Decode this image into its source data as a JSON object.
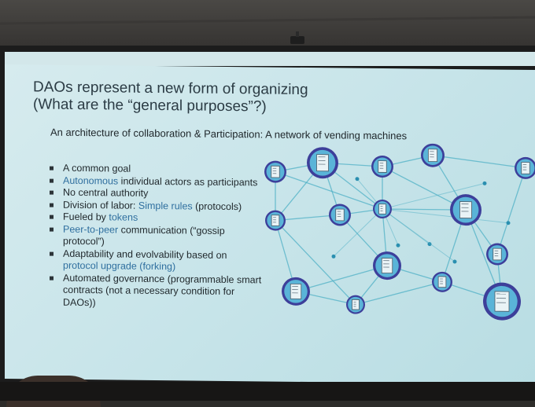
{
  "slide": {
    "title_lines": [
      "DAOs represent a new form of organizing",
      "(What are the “general purposes”?)"
    ],
    "subtitle": "An architecture of collaboration & Participation: A network of vending machines",
    "bullets": [
      {
        "segments": [
          {
            "text": "A common goal",
            "hl": false
          }
        ]
      },
      {
        "segments": [
          {
            "text": "Autonomous",
            "hl": true
          },
          {
            "text": " individual actors as participants",
            "hl": false
          }
        ]
      },
      {
        "segments": [
          {
            "text": "No central authority",
            "hl": false
          }
        ]
      },
      {
        "segments": [
          {
            "text": "Division of labor: ",
            "hl": false
          },
          {
            "text": "Simple rules",
            "hl": true
          },
          {
            "text": " (protocols)",
            "hl": false
          }
        ]
      },
      {
        "segments": [
          {
            "text": "Fueled by ",
            "hl": false
          },
          {
            "text": "tokens",
            "hl": true
          }
        ]
      },
      {
        "segments": [
          {
            "text": "Peer-to-peer",
            "hl": true
          },
          {
            "text": " communication (“gossip protocol”)",
            "hl": false
          }
        ]
      },
      {
        "segments": [
          {
            "text": "Adaptability and evolvability based on ",
            "hl": false
          },
          {
            "text": "protocol upgrade (forking)",
            "hl": true
          }
        ]
      },
      {
        "segments": [
          {
            "text": "Automated governance (programmable smart contracts (not a necessary condition for DAOs))",
            "hl": false
          }
        ]
      }
    ]
  },
  "colors": {
    "highlight": "#2f6f9f",
    "node_ring": "#3d3f9a",
    "node_fill": "#5ab4d8",
    "edge": "#4fb0c6"
  },
  "network": {
    "icon": "vending-machine-icon"
  }
}
